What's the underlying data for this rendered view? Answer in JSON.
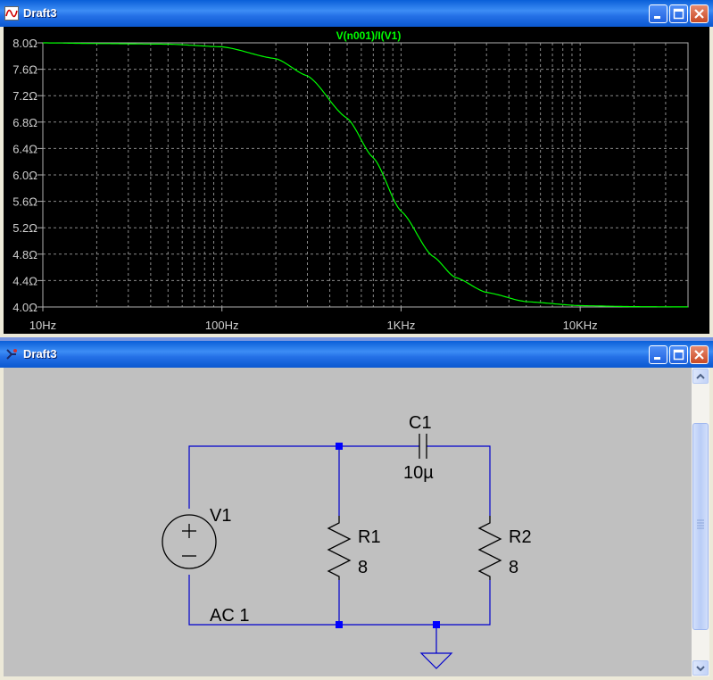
{
  "plot_window": {
    "title": "Draft3",
    "trace_label": "V(n001)/I(V1)"
  },
  "schematic_window": {
    "title": "Draft3"
  },
  "schematic": {
    "c1": {
      "name": "C1",
      "value": "10µ"
    },
    "r1": {
      "name": "R1",
      "value": "8"
    },
    "r2": {
      "name": "R2",
      "value": "8"
    },
    "v1": {
      "name": "V1",
      "value": "AC 1"
    }
  },
  "colors": {
    "trace": "#00ff00",
    "wire": "#0000cc",
    "junction": "#0000ff",
    "grid": "#8a8a8a",
    "plot_bg": "#000000",
    "schematic_bg": "#c0c0c0"
  },
  "chart_data": {
    "type": "line",
    "title": "V(n001)/I(V1)",
    "xscale": "log",
    "xlim": [
      10,
      40000
    ],
    "ylim": [
      4.0,
      8.0
    ],
    "xticks": [
      {
        "value": 10,
        "label": "10Hz"
      },
      {
        "value": 100,
        "label": "100Hz"
      },
      {
        "value": 1000,
        "label": "1KHz"
      },
      {
        "value": 10000,
        "label": "10KHz"
      }
    ],
    "yticks": [
      {
        "value": 8.0,
        "label": "8.0Ω"
      },
      {
        "value": 7.6,
        "label": "7.6Ω"
      },
      {
        "value": 7.2,
        "label": "7.2Ω"
      },
      {
        "value": 6.8,
        "label": "6.8Ω"
      },
      {
        "value": 6.4,
        "label": "6.4Ω"
      },
      {
        "value": 6.0,
        "label": "6.0Ω"
      },
      {
        "value": 5.6,
        "label": "5.6Ω"
      },
      {
        "value": 5.2,
        "label": "5.2Ω"
      },
      {
        "value": 4.8,
        "label": "4.8Ω"
      },
      {
        "value": 4.4,
        "label": "4.4Ω"
      },
      {
        "value": 4.0,
        "label": "4.0Ω"
      }
    ],
    "grid": true,
    "series": [
      {
        "name": "V(n001)/I(V1)",
        "x": [
          10,
          20,
          50,
          100,
          200,
          300,
          500,
          700,
          1000,
          1500,
          2000,
          3000,
          5000,
          10000,
          20000,
          40000
        ],
        "y": [
          8.0,
          7.99,
          7.98,
          7.94,
          7.76,
          7.5,
          6.86,
          6.26,
          5.45,
          4.77,
          4.45,
          4.22,
          4.08,
          4.02,
          4.005,
          4.001
        ]
      }
    ]
  }
}
